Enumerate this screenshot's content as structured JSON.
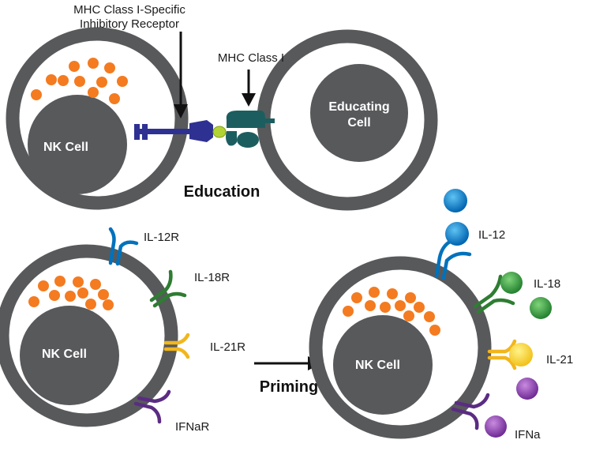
{
  "labels": {
    "receptor_line1": "MHC Class I-Specific",
    "receptor_line2": "Inhibitory Receptor",
    "mhc": "MHC Class I",
    "nk_cell_top": "NK Cell",
    "educating_line1": "Educating",
    "educating_line2": "Cell",
    "education": "Education",
    "il12r": "IL-12R",
    "il18r": "IL-18R",
    "il21r": "IL-21R",
    "ifnar": "IFNaR",
    "nk_cell_bottom_left": "NK Cell",
    "priming": "Priming",
    "nk_cell_bottom_right": "NK Cell",
    "il12": "IL-12",
    "il18": "IL-18",
    "il21": "IL-21",
    "ifna": "IFNa"
  },
  "colors": {
    "membrane": "#58595b",
    "nucleus": "#58595b",
    "granule": "#f47b20",
    "inhibitory_receptor": "#2e3192",
    "mhc": "#1c5e5f",
    "peptide": "#b3d334",
    "il12": "#0072bc",
    "il18": "#2e8b3a",
    "il21": "#f7c325",
    "ifna": "#7b3f98"
  }
}
